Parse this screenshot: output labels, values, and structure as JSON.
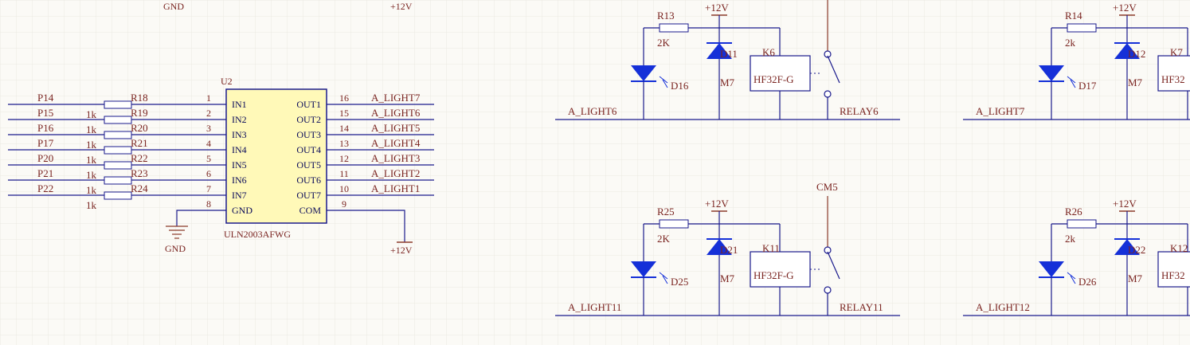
{
  "schematic": {
    "gnd_top": "GND",
    "vcc_top": "+12V",
    "gnd_label": "GND",
    "vcc_label": "+12V",
    "ic": {
      "designator": "U2",
      "part": "ULN2003AFWG",
      "inputs": [
        "IN1",
        "IN2",
        "IN3",
        "IN4",
        "IN5",
        "IN6",
        "IN7"
      ],
      "outputs": [
        "OUT1",
        "OUT2",
        "OUT3",
        "OUT4",
        "OUT5",
        "OUT6",
        "OUT7"
      ],
      "gnd_pin_name": "GND",
      "com_pin_name": "COM",
      "left_pins": [
        "1",
        "2",
        "3",
        "4",
        "5",
        "6",
        "7",
        "8"
      ],
      "right_pins": [
        "16",
        "15",
        "14",
        "13",
        "12",
        "11",
        "10",
        "9"
      ]
    },
    "input_nets": [
      "P14",
      "P15",
      "P16",
      "P17",
      "P20",
      "P21",
      "P22"
    ],
    "resistors": [
      "R18",
      "R19",
      "R20",
      "R21",
      "R22",
      "R23",
      "R24"
    ],
    "resistor_values": [
      "1k",
      "1k",
      "1k",
      "1k",
      "1k",
      "1k",
      "1k"
    ],
    "output_nets": [
      "A_LIGHT7",
      "A_LIGHT6",
      "A_LIGHT5",
      "A_LIGHT4",
      "A_LIGHT3",
      "A_LIGHT2",
      "A_LIGHT1"
    ],
    "relay_cells": [
      {
        "r": "R13",
        "rv": "2K",
        "led": "D16",
        "diode": "D11",
        "dpart": "M7",
        "relay": "K6",
        "rpart": "HF32F-G",
        "net": "A_LIGHT6",
        "vcc": "+12V",
        "relay_net": "RELAY6",
        "cm": ""
      },
      {
        "r": "R14",
        "rv": "2k",
        "led": "D17",
        "diode": "D12",
        "dpart": "M7",
        "relay": "K7",
        "rpart": "HF32",
        "net": "A_LIGHT7",
        "vcc": "+12V",
        "relay_net": "",
        "cm": ""
      },
      {
        "r": "R25",
        "rv": "2K",
        "led": "D25",
        "diode": "D21",
        "dpart": "M7",
        "relay": "K11",
        "rpart": "HF32F-G",
        "net": "A_LIGHT11",
        "vcc": "+12V",
        "relay_net": "RELAY11",
        "cm": "CM5"
      },
      {
        "r": "R26",
        "rv": "2k",
        "led": "D26",
        "diode": "D22",
        "dpart": "M7",
        "relay": "K12",
        "rpart": "HF32",
        "net": "A_LIGHT12",
        "vcc": "+12V",
        "relay_net": "",
        "cm": ""
      }
    ],
    "colors": {
      "wire": "#1a1a8c",
      "ic_fill": "#fff9b8",
      "text": "#7a2420",
      "power": "#8b3a2a",
      "diode": "#1530d8",
      "grid": "#ebe9e2"
    }
  }
}
